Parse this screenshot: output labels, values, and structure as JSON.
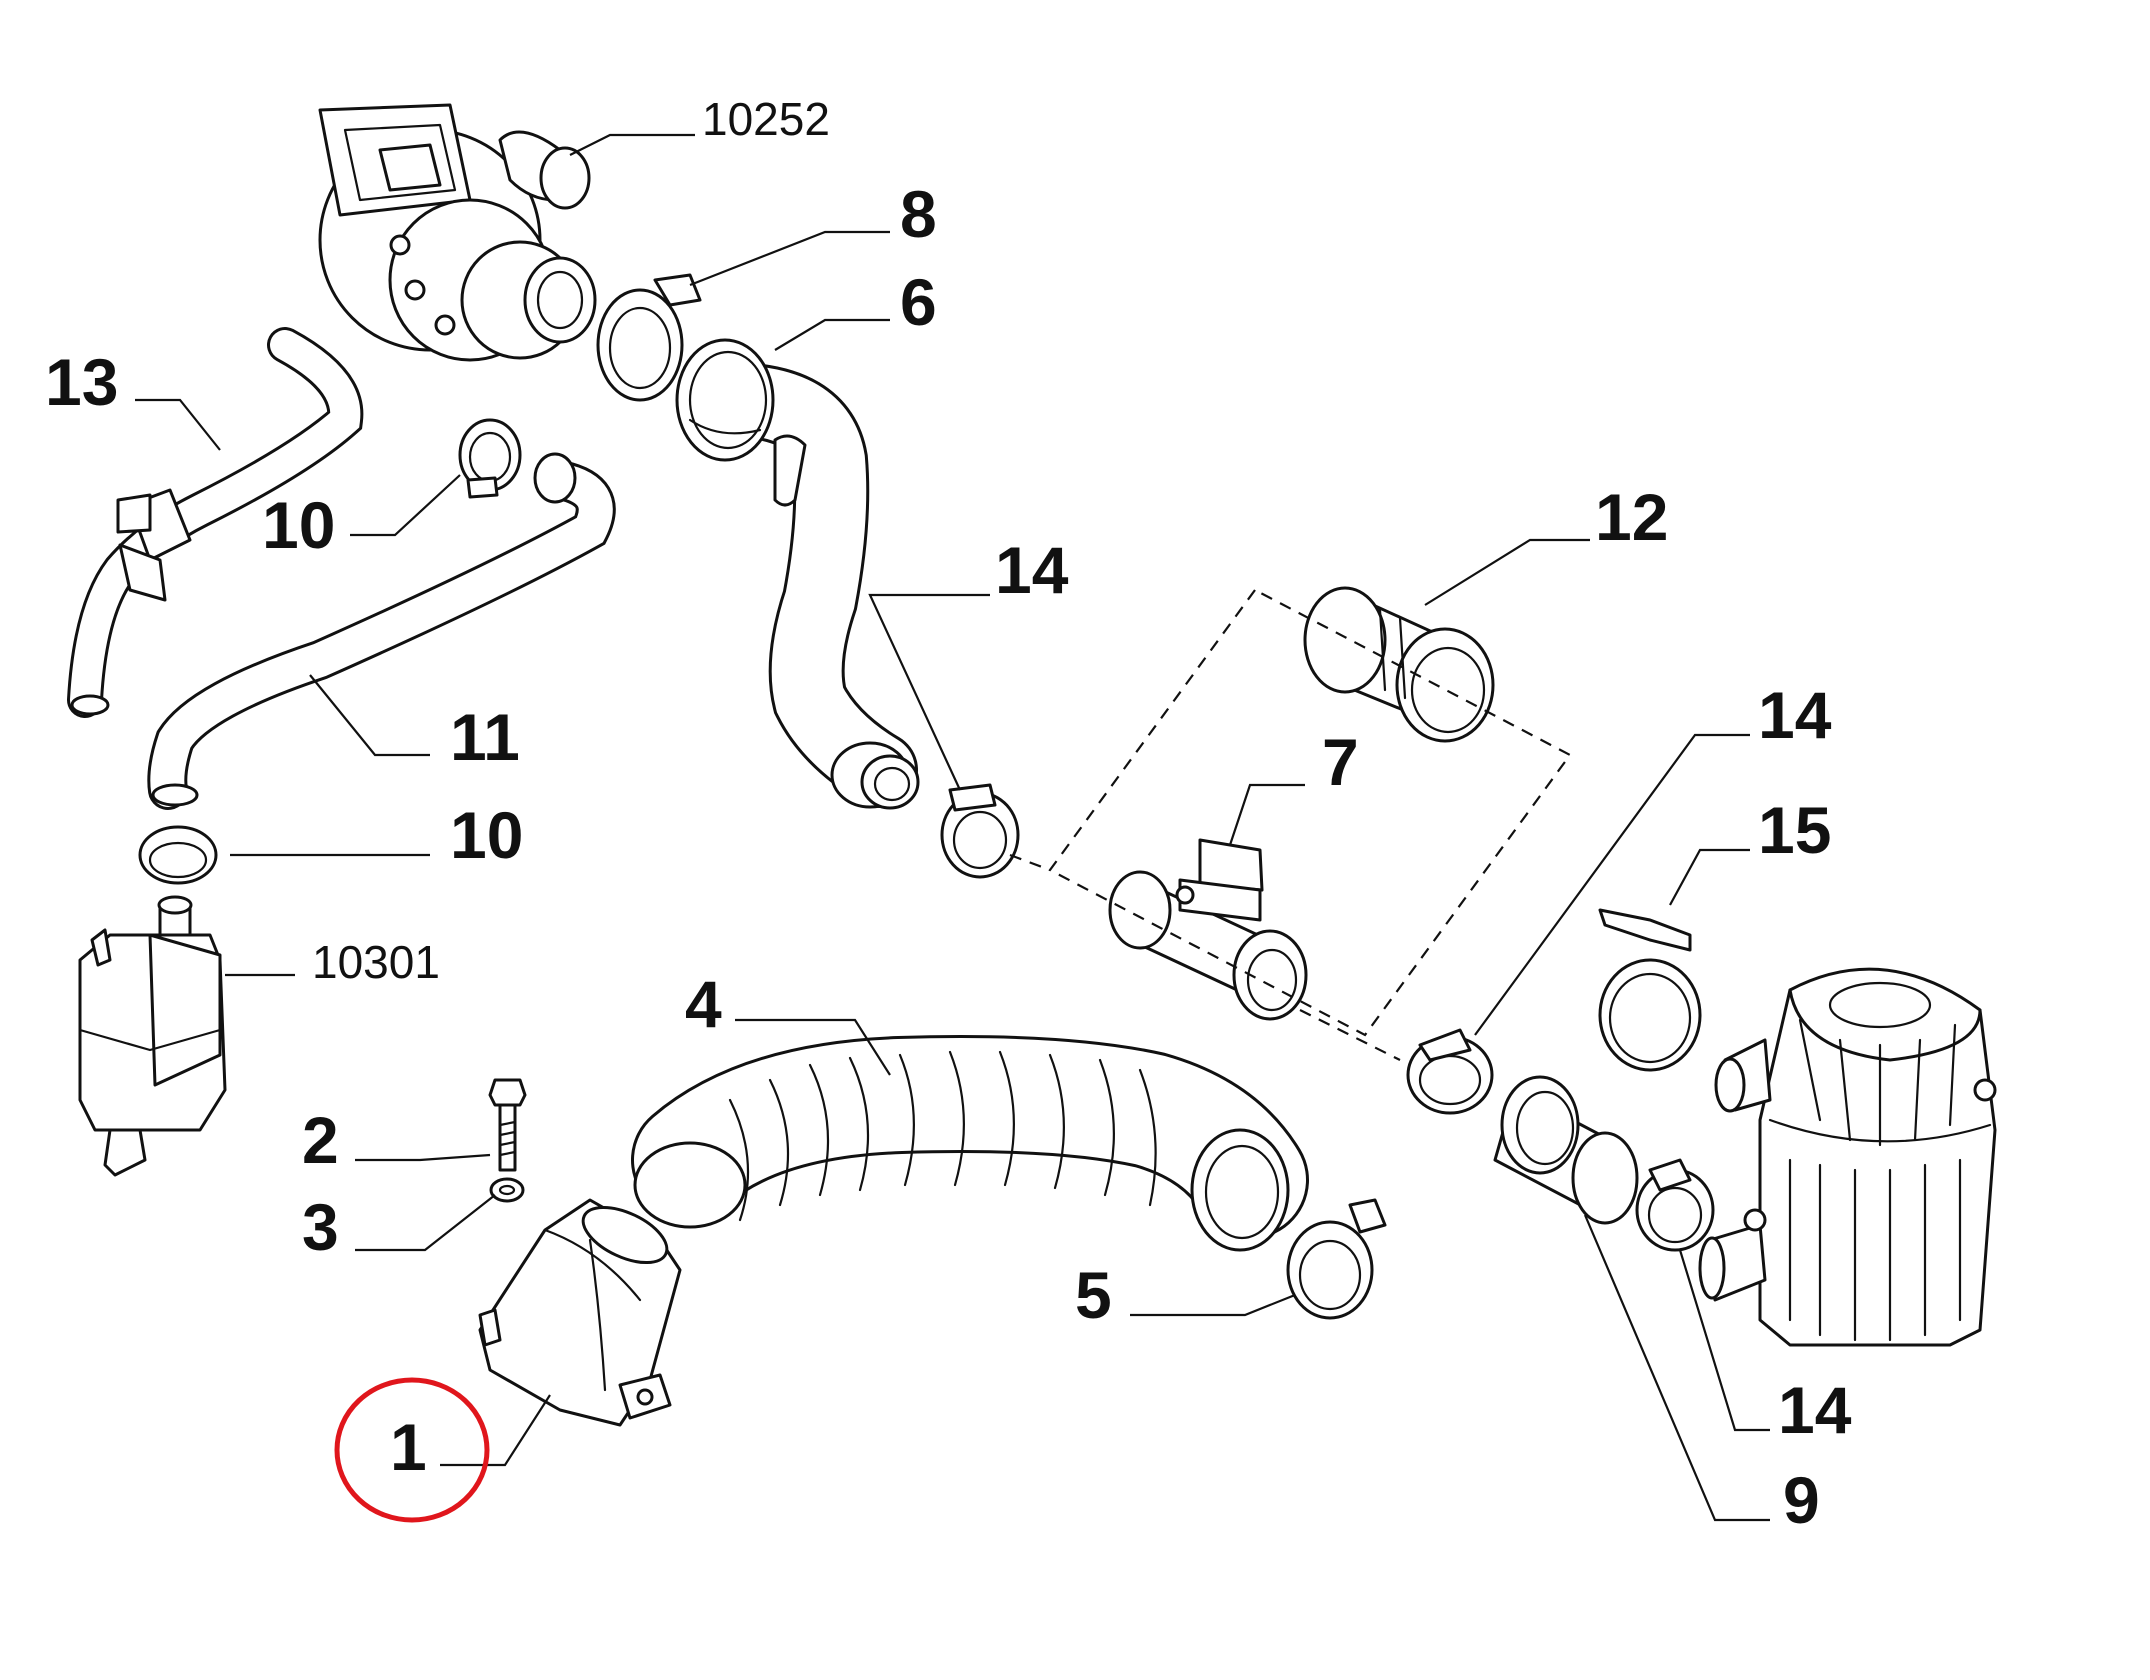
{
  "diagram": {
    "highlight_color": "#e0161c",
    "line_color": "#111111",
    "highlighted_callout": "1",
    "callouts": {
      "c10252": "10252",
      "c8": "8",
      "c6": "6",
      "c13": "13",
      "c10a": "10",
      "c14a": "14",
      "c12": "12",
      "c11": "11",
      "c10b": "10",
      "c7": "7",
      "c14b": "14",
      "c15": "15",
      "c10301": "10301",
      "c4": "4",
      "c2": "2",
      "c3": "3",
      "c5": "5",
      "c1": "1",
      "c14c": "14",
      "c9": "9"
    }
  }
}
